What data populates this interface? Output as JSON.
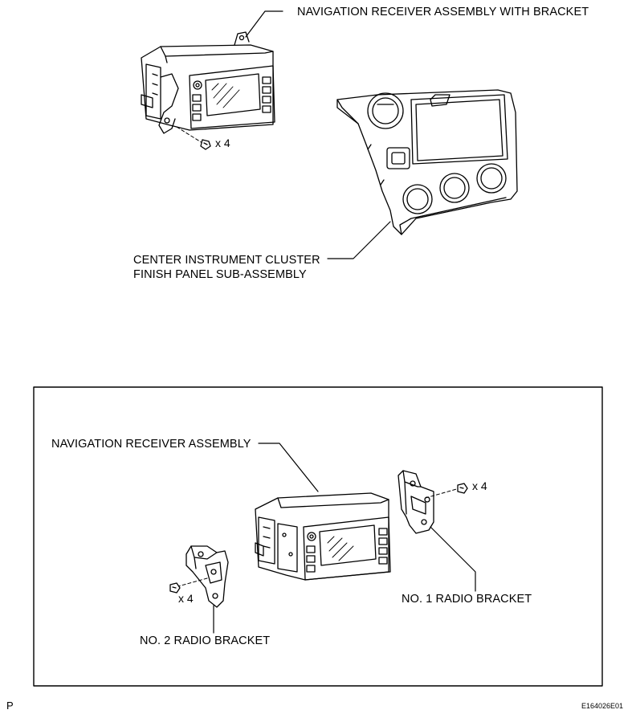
{
  "top": {
    "receiver_with_bracket_label": "NAVIGATION RECEIVER ASSEMBLY WITH BRACKET",
    "bolt_qty": "x 4",
    "panel_label_line1": "CENTER INSTRUMENT CLUSTER",
    "panel_label_line2": "FINISH PANEL SUB-ASSEMBLY"
  },
  "inset": {
    "receiver_label": "NAVIGATION RECEIVER ASSEMBLY",
    "no1_bracket_label": "NO. 1 RADIO BRACKET",
    "no2_bracket_label": "NO. 2 RADIO BRACKET",
    "no1_bolt_qty": "x 4",
    "no2_bolt_qty": "x 4"
  },
  "footer": {
    "left_code": "P",
    "figure_id": "E164026E01"
  }
}
